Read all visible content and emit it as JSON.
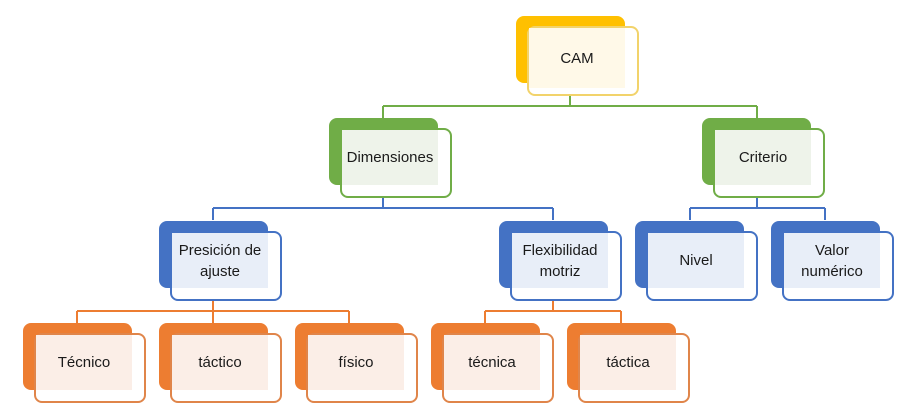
{
  "colors": {
    "level0": {
      "back": "#FFC000",
      "front_border": "#F2D36B",
      "fill": "#FFF9E8",
      "line": "#70AD47"
    },
    "level1": {
      "back": "#70AD47",
      "front_border": "#70AD47",
      "fill": "#EEF3EA",
      "line": "#4472C4"
    },
    "level2": {
      "back": "#4472C4",
      "front_border": "#4472C4",
      "fill": "#E8EEF8",
      "line": "#ED7D31"
    },
    "level3": {
      "back": "#ED7D31",
      "front_border": "#E0854A",
      "fill": "#FBEEE7",
      "line": "#ED7D31"
    }
  },
  "diagram": {
    "root": {
      "label": "CAM"
    },
    "dimensiones": {
      "label": "Dimensiones"
    },
    "criterio": {
      "label": "Criterio"
    },
    "presicion": {
      "label": "Presición de ajuste"
    },
    "flexibilidad": {
      "label": "Flexibilidad motriz"
    },
    "nivel": {
      "label": "Nivel"
    },
    "valor": {
      "label": "Valor numérico"
    },
    "tecnico": {
      "label": "Técnico"
    },
    "tactico": {
      "label": "táctico"
    },
    "fisico": {
      "label": "físico"
    },
    "tecnica": {
      "label": "técnica"
    },
    "tactica": {
      "label": "táctica"
    }
  }
}
